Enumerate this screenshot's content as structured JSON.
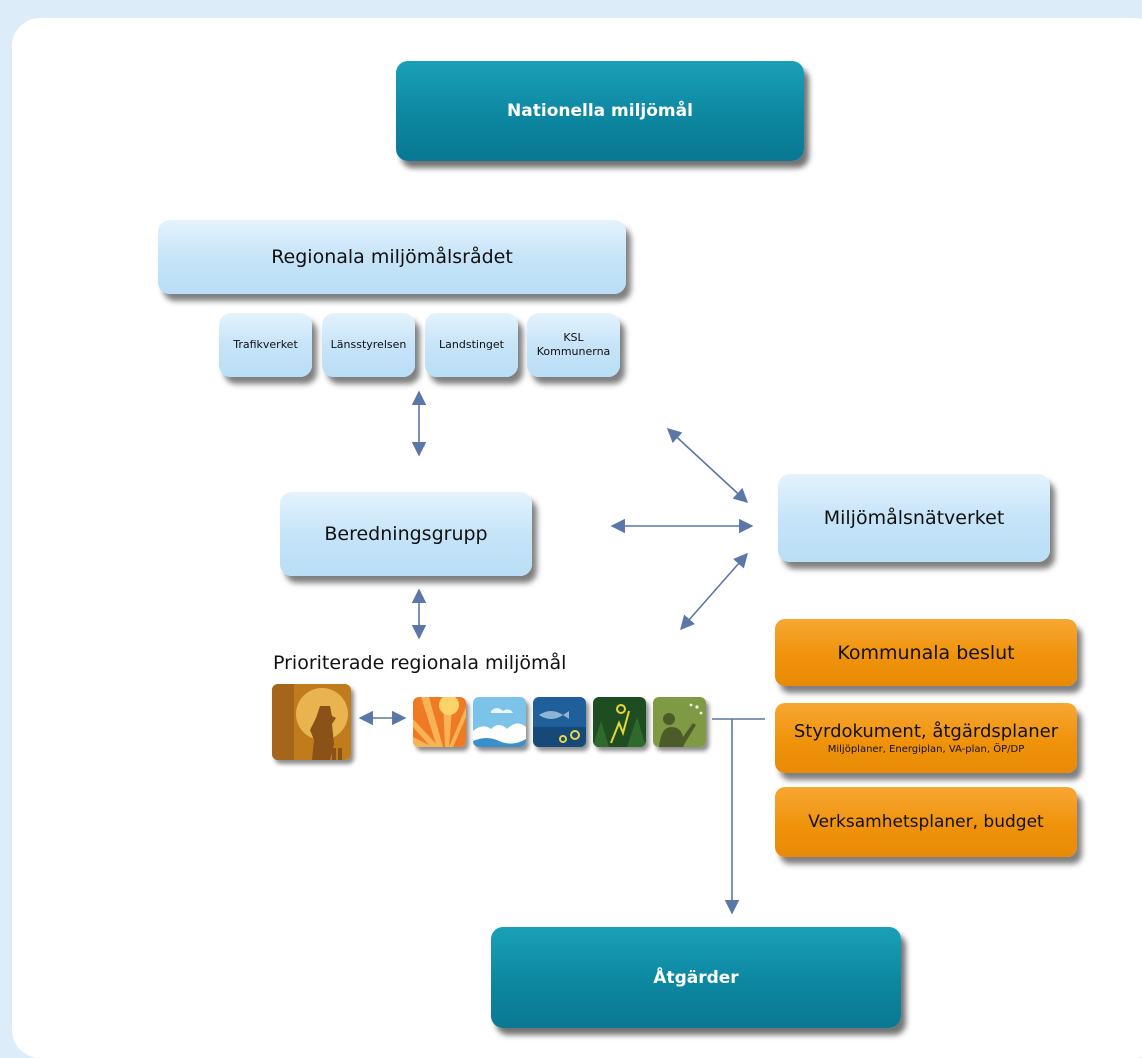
{
  "top": {
    "label": "Nationella miljömål"
  },
  "council": {
    "label": "Regionala miljömålsrådet",
    "members": [
      {
        "line1": "Trafikverket",
        "line2": ""
      },
      {
        "line1": "Länsstyrelsen",
        "line2": ""
      },
      {
        "line1": "Landstinget",
        "line2": ""
      },
      {
        "line1": "KSL",
        "line2": "Kommunerna"
      }
    ]
  },
  "group": {
    "label": "Beredningsgrupp"
  },
  "network": {
    "label": "Miljömålsnätverket"
  },
  "priorities": {
    "title": "Prioriterade regionala miljömål",
    "icons": [
      "god-bebyggd-miljo-icon",
      "sun-icon",
      "clouds-icon",
      "sea-fish-icon",
      "forest-icon",
      "person-icon"
    ]
  },
  "municipal": {
    "decisions": "Kommunala beslut",
    "steering_title": "Styrdokument, åtgärdsplaner",
    "steering_sub": "Miljöplaner, Energiplan, VA-plan, ÖP/DP",
    "budget": "Verksamhetsplaner, budget"
  },
  "bottom": {
    "label": "Åtgärder"
  },
  "colors": {
    "teal": "#0d87a1",
    "light_blue": "#c6e4f8",
    "orange": "#f0930b",
    "arrow": "#5b77a8"
  }
}
